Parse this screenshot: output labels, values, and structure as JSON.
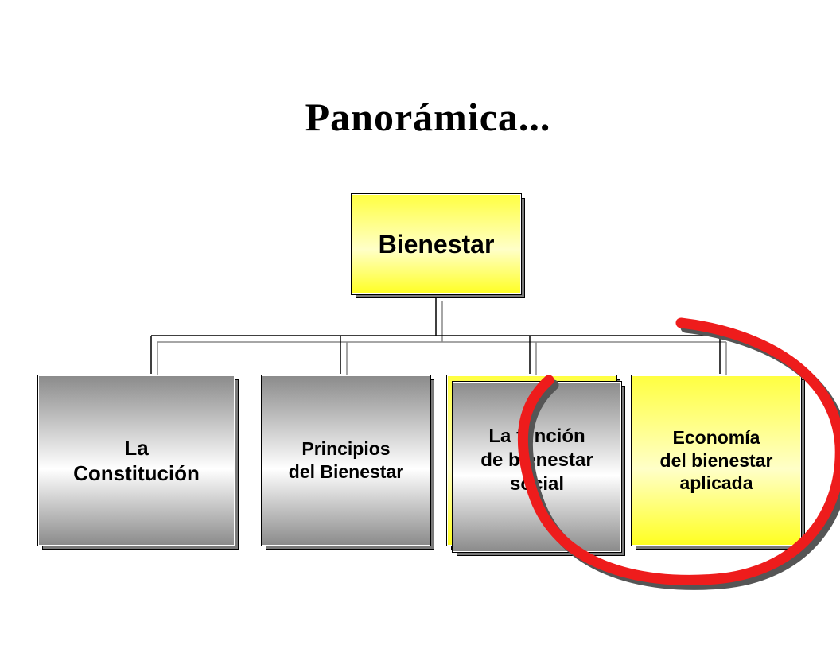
{
  "title": "Panorámica...",
  "diagram": {
    "root": "Bienestar",
    "children": [
      "La\nConstitución",
      "Principios\ndel Bienestar",
      "La función\nde bienestar\nsocial",
      "Economía\ndel bienestar\naplicada"
    ]
  },
  "colors": {
    "highlight_circle": "#e00000",
    "yellow_box": "#ffff40",
    "grey_box": "#8a8a8a"
  }
}
